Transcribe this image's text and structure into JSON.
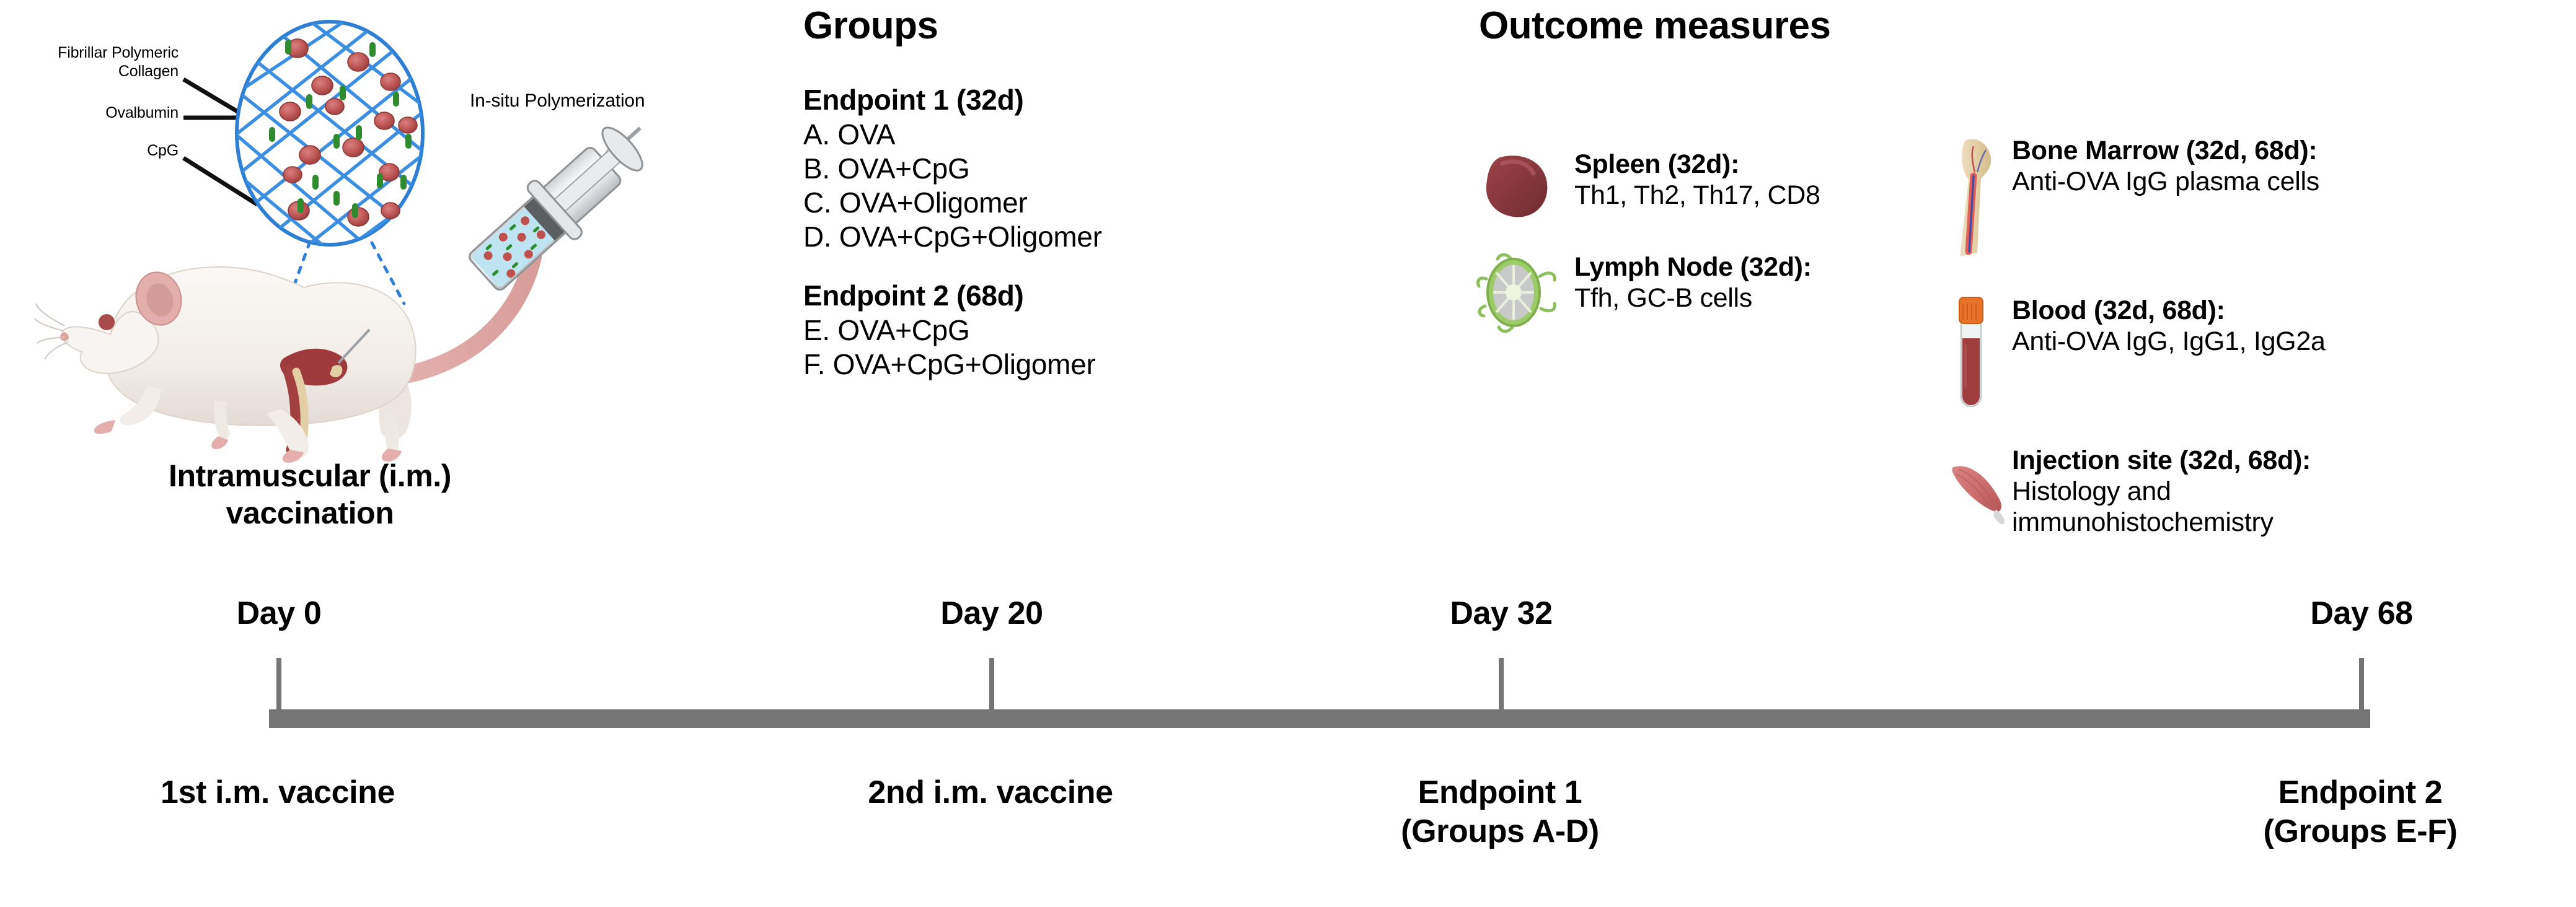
{
  "figure": {
    "type": "study-design-timeline",
    "callout": {
      "labels": [
        {
          "name": "fibrillar-polymeric-collagen",
          "text": "Fibrillar Polymeric Collagen"
        },
        {
          "name": "ovalbumin",
          "text": "Ovalbumin"
        },
        {
          "name": "cpg",
          "text": "CpG"
        }
      ],
      "in_situ_label": "In-situ Polymerization"
    },
    "vaccination_label": "Intramuscular (i.m.)\nvaccination",
    "vaccination_label_line1": "Intramuscular (i.m.)",
    "vaccination_label_line2": "vaccination"
  },
  "groups": {
    "heading": "Groups",
    "blocks": [
      {
        "title": "Endpoint 1 (32d)",
        "items": [
          "A. OVA",
          "B. OVA+CpG",
          "C. OVA+Oligomer",
          "D. OVA+CpG+Oligomer"
        ]
      },
      {
        "title": "Endpoint 2 (68d)",
        "items": [
          "E. OVA+CpG",
          "F. OVA+CpG+Oligomer"
        ]
      }
    ]
  },
  "outcome_measures": {
    "heading": "Outcome measures",
    "left_column": [
      {
        "icon": "spleen-icon",
        "title": "Spleen (32d):",
        "detail": "Th1, Th2, Th17, CD8"
      },
      {
        "icon": "lymph-node-icon",
        "title": "Lymph Node (32d):",
        "detail": "Tfh, GC-B cells"
      }
    ],
    "right_column": [
      {
        "icon": "bone-marrow-icon",
        "title": "Bone Marrow (32d, 68d):",
        "detail": "Anti-OVA IgG plasma cells"
      },
      {
        "icon": "blood-tube-icon",
        "title": "Blood (32d, 68d):",
        "detail": "Anti-OVA IgG, IgG1, IgG2a"
      },
      {
        "icon": "muscle-icon",
        "title": "Injection site (32d, 68d):",
        "detail_line1": "Histology and",
        "detail_line2": "immunohistochemistry"
      }
    ]
  },
  "timeline": {
    "axis_color": "#757575",
    "points": [
      {
        "day_label": "Day 0",
        "day_value": 0,
        "event_line1": "1st i.m. vaccine",
        "event_line2": ""
      },
      {
        "day_label": "Day 20",
        "day_value": 20,
        "event_line1": "2nd i.m. vaccine",
        "event_line2": ""
      },
      {
        "day_label": "Day 32",
        "day_value": 32,
        "event_line1": "Endpoint 1",
        "event_line2": "(Groups A-D)"
      },
      {
        "day_label": "Day 68",
        "day_value": 68,
        "event_line1": "Endpoint 2",
        "event_line2": "(Groups E-F)"
      }
    ]
  },
  "colors": {
    "collagen_blue": "#2E7FD4",
    "ovalbumin_green": "#2E8B2E",
    "cpg_red": "#C0504D",
    "spleen": "#8E3B42",
    "lymph_node": "#8DBF5A",
    "bone": "#E8D5B0",
    "blood": "#9E3E3E",
    "tube_cap": "#E8722A",
    "muscle": "#C96A6A",
    "timeline_gray": "#757575",
    "mouse_body": "#F4F0EC",
    "mouse_pink": "#E2AFAC"
  }
}
